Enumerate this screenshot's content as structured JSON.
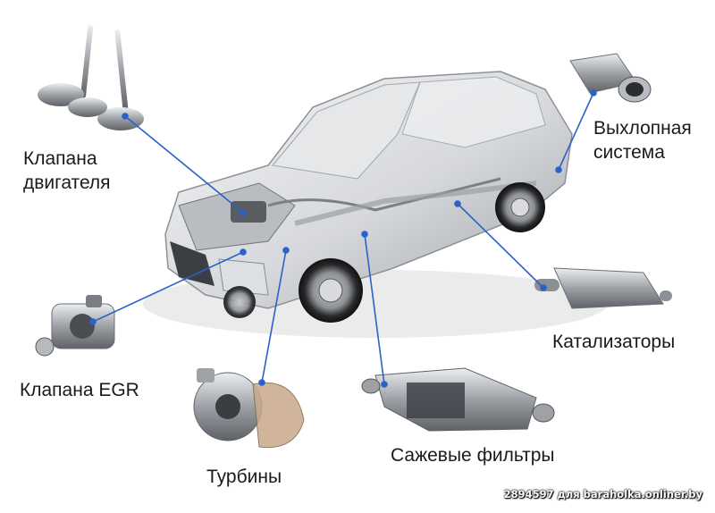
{
  "labels": {
    "valves": [
      "Клапана",
      "двигателя"
    ],
    "exhaust": [
      "Выхлопная",
      "система"
    ],
    "catalysts": "Катализаторы",
    "egr": "Клапана EGR",
    "turbines": "Турбины",
    "soot_filters": "Сажевые фильтры"
  },
  "watermark": "2894597 для baraholka.onliner.by",
  "colors": {
    "pointer": "#2a62c9",
    "car_body": "#d9dadd",
    "part_metal": "#a9adb2"
  }
}
